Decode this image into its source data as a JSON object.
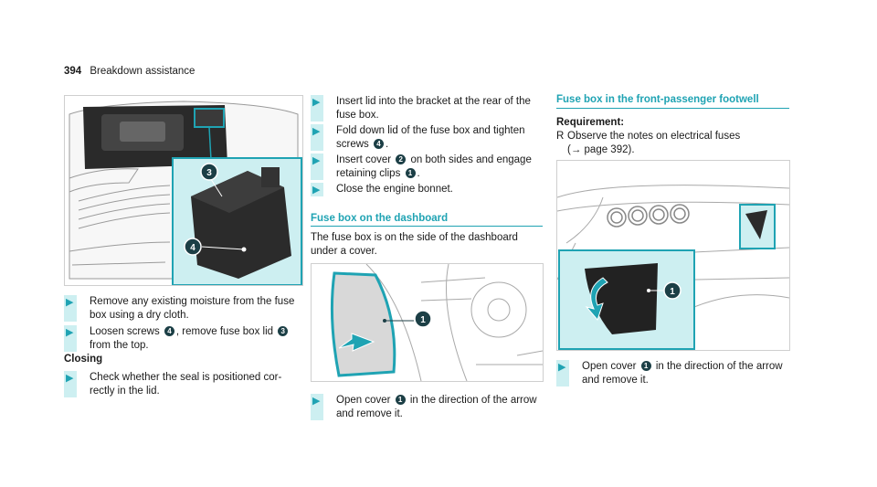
{
  "header": {
    "page_number": "394",
    "title": "Breakdown assistance"
  },
  "col1": {
    "steps": [
      {
        "text_a": "Remove any existing moisture from the fuse",
        "text_b": "box using a dry cloth."
      },
      {
        "text_a1": "Loosen screws",
        "callout_a": "4",
        "text_a2": ", remove fuse box lid",
        "callout_b": "3",
        "text_b": "from the top."
      }
    ],
    "closing_label": "Closing",
    "closing_step": {
      "text_a": "Check whether the seal is positioned cor-",
      "text_b": "rectly in the lid."
    },
    "figure": {
      "callouts": [
        "3",
        "4"
      ]
    }
  },
  "col2": {
    "steps": [
      {
        "text_a": "Insert lid into the bracket at the rear of the",
        "text_b": "fuse box."
      },
      {
        "text_a": "Fold down lid of the fuse box and tighten",
        "text_b1": "screws",
        "callout": "4",
        "text_b2": "."
      },
      {
        "text_a1": "Insert cover",
        "callout_a": "2",
        "text_a2": "on both sides and engage",
        "text_b1": "retaining clips",
        "callout_b": "1",
        "text_b2": "."
      },
      {
        "text_a": "Close the engine bonnet."
      }
    ],
    "section_title": "Fuse box on the dashboard",
    "section_text_a": "The fuse box is on the side of the dashboard",
    "section_text_b": "under a cover.",
    "figure": {
      "callouts": [
        "1"
      ]
    },
    "bottom_step": {
      "text_a1": "Open cover",
      "callout": "1",
      "text_a2": "in the direction of the arrow",
      "text_b": "and remove it."
    }
  },
  "col3": {
    "section_title": "Fuse box in the front-passenger footwell",
    "requirement_label": "Requirement:",
    "bullet": "R",
    "requirement_text_a": "Observe the notes on electrical fuses",
    "requirement_text_b": "(→ page 392).",
    "figure": {
      "callouts": [
        "1"
      ]
    },
    "bottom_step": {
      "text_a1": "Open cover",
      "callout": "1",
      "text_a2": "in the direction of the arrow",
      "text_b": "and remove it."
    }
  },
  "colors": {
    "accent": "#1fa3b3",
    "highlight": "#cdeff1",
    "callout_bg": "#1c3f46"
  },
  "icons": {
    "step_arrow": "play-arrow-icon"
  }
}
